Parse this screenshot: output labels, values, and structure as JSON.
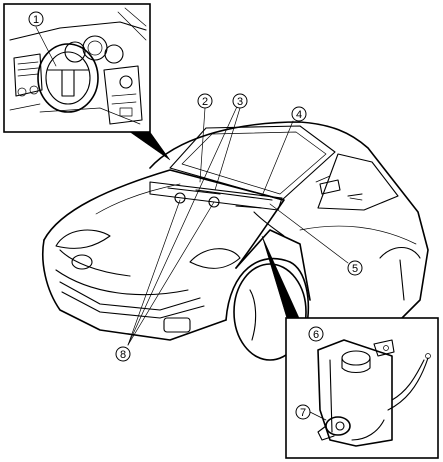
{
  "callouts": [
    {
      "id": "1",
      "label": "1"
    },
    {
      "id": "2",
      "label": "2"
    },
    {
      "id": "3",
      "label": "3"
    },
    {
      "id": "4",
      "label": "4"
    },
    {
      "id": "5",
      "label": "5"
    },
    {
      "id": "6",
      "label": "6"
    },
    {
      "id": "7",
      "label": "7"
    },
    {
      "id": "8",
      "label": "8"
    }
  ],
  "icons": {
    "interior_inset": "dashboard-steering-wheel-icon",
    "car": "sports-car-icon",
    "tank_inset": "washer-tank-icon"
  }
}
